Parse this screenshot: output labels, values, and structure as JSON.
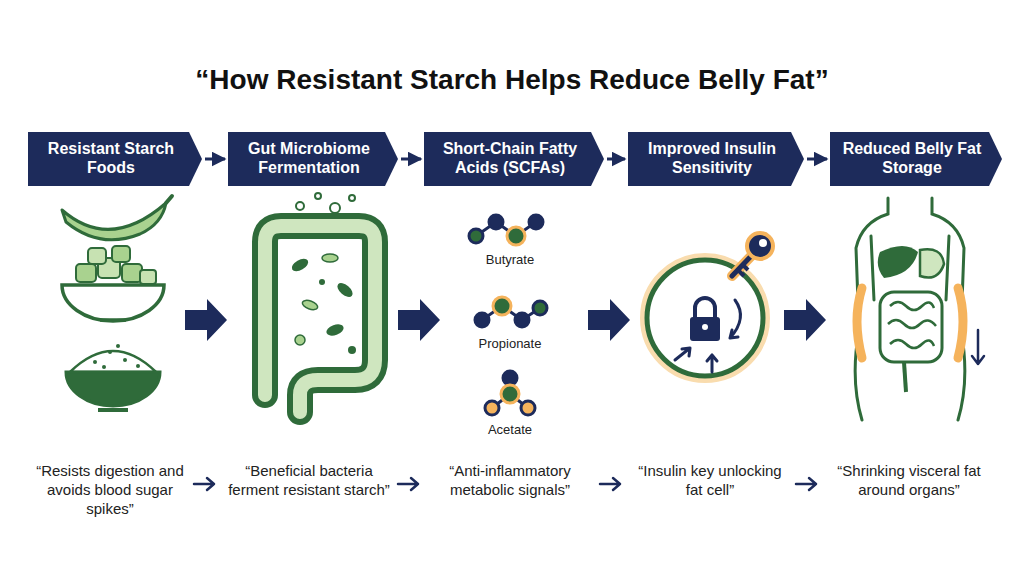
{
  "diagram": {
    "title": "“How Resistant Starch Helps Reduce Belly Fat”",
    "nodes": [
      {
        "text": [
          "Resistant Starch Foods"
        ]
      },
      {
        "text": [
          "Gut Microbiome Fermentation"
        ]
      },
      {
        "text": [
          "Short-Chain Fatty Acids (SCFAs)"
        ]
      },
      {
        "text": [
          "Improved Insulin Sensitivity"
        ]
      },
      {
        "text": [
          "Reduced Belly Fat Storage"
        ]
      }
    ],
    "edges": [
      {
        "from": 0,
        "to": 1,
        "arrow": "to"
      },
      {
        "from": 1,
        "to": 2,
        "arrow": "to"
      },
      {
        "from": 2,
        "to": 3,
        "arrow": "to"
      },
      {
        "from": 3,
        "to": 4,
        "arrow": "to"
      }
    ],
    "labels": [
      "Butyrate",
      "Propionate",
      "Acetate",
      "“Resists digestion and avoids blood sugar spikes”",
      "“Beneficial bacteria ferment resistant starch”",
      "“Anti-inflammatory metabolic signals”",
      "“Insulin key unlocking fat cell”",
      "“Shrinking visceral fat around organs”"
    ]
  }
}
